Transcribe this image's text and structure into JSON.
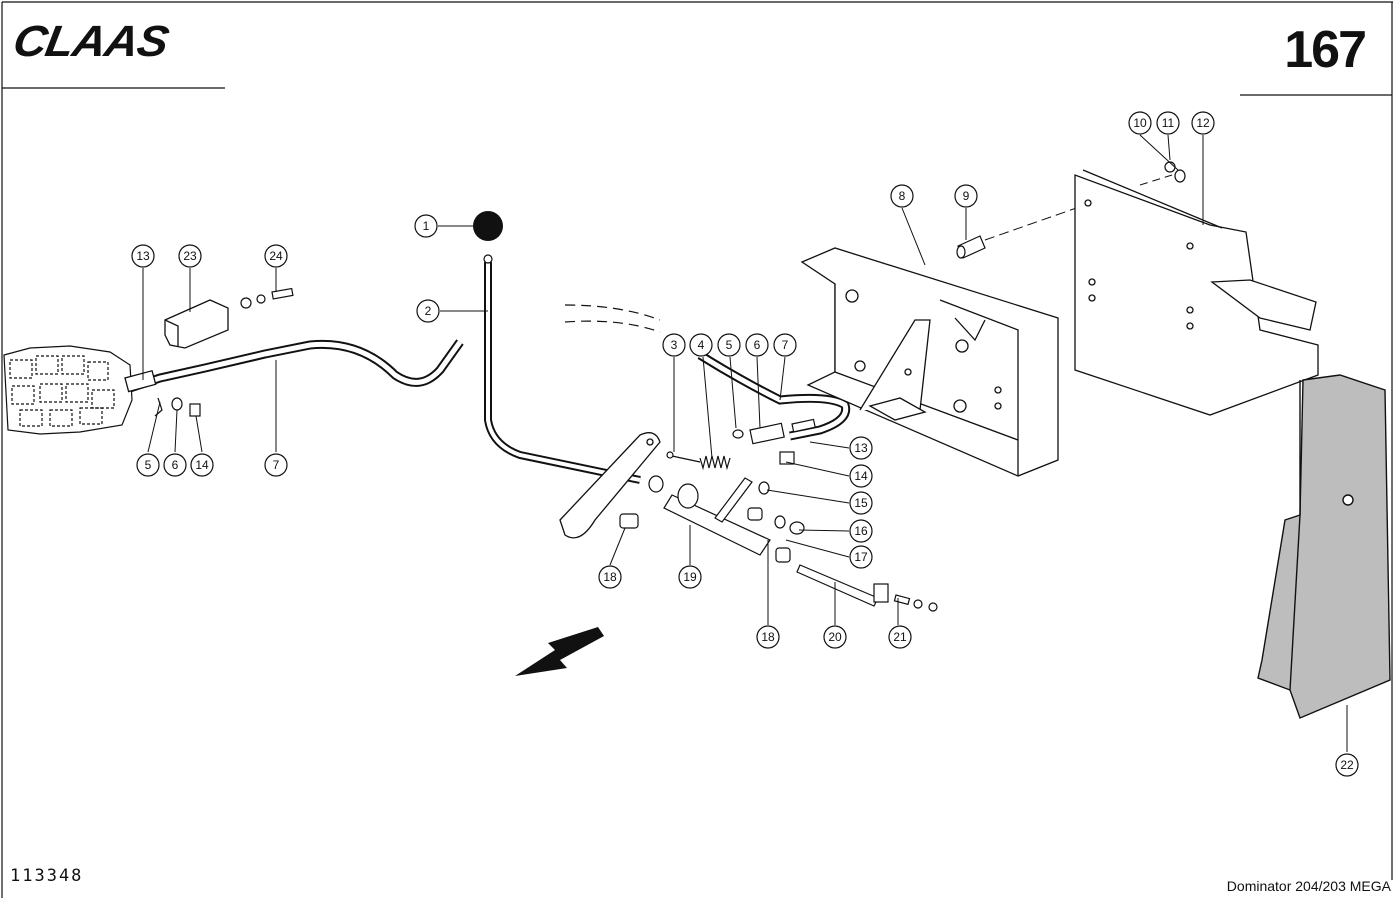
{
  "header": {
    "brand": "CLAAS",
    "page_number": "167"
  },
  "footer": {
    "drawing_number": "113348",
    "model": "Dominator 204/203 MEGA"
  },
  "callouts": [
    {
      "id": "c-1",
      "label": "1"
    },
    {
      "id": "c-2",
      "label": "2"
    },
    {
      "id": "c-3",
      "label": "3"
    },
    {
      "id": "c-4",
      "label": "4"
    },
    {
      "id": "c-5a",
      "label": "5"
    },
    {
      "id": "c-6a",
      "label": "6"
    },
    {
      "id": "c-7a",
      "label": "7"
    },
    {
      "id": "c-8",
      "label": "8"
    },
    {
      "id": "c-9",
      "label": "9"
    },
    {
      "id": "c-10",
      "label": "10"
    },
    {
      "id": "c-11",
      "label": "11"
    },
    {
      "id": "c-12",
      "label": "12"
    },
    {
      "id": "c-13a",
      "label": "13"
    },
    {
      "id": "c-14a",
      "label": "14"
    },
    {
      "id": "c-15",
      "label": "15"
    },
    {
      "id": "c-16",
      "label": "16"
    },
    {
      "id": "c-17",
      "label": "17"
    },
    {
      "id": "c-18a",
      "label": "18"
    },
    {
      "id": "c-19",
      "label": "19"
    },
    {
      "id": "c-18b",
      "label": "18"
    },
    {
      "id": "c-20",
      "label": "20"
    },
    {
      "id": "c-21",
      "label": "21"
    },
    {
      "id": "c-22",
      "label": "22"
    },
    {
      "id": "c-13b",
      "label": "13"
    },
    {
      "id": "c-23",
      "label": "23"
    },
    {
      "id": "c-24",
      "label": "24"
    },
    {
      "id": "c-5b",
      "label": "5"
    },
    {
      "id": "c-6b",
      "label": "6"
    },
    {
      "id": "c-14b",
      "label": "14"
    },
    {
      "id": "c-7b",
      "label": "7"
    }
  ]
}
